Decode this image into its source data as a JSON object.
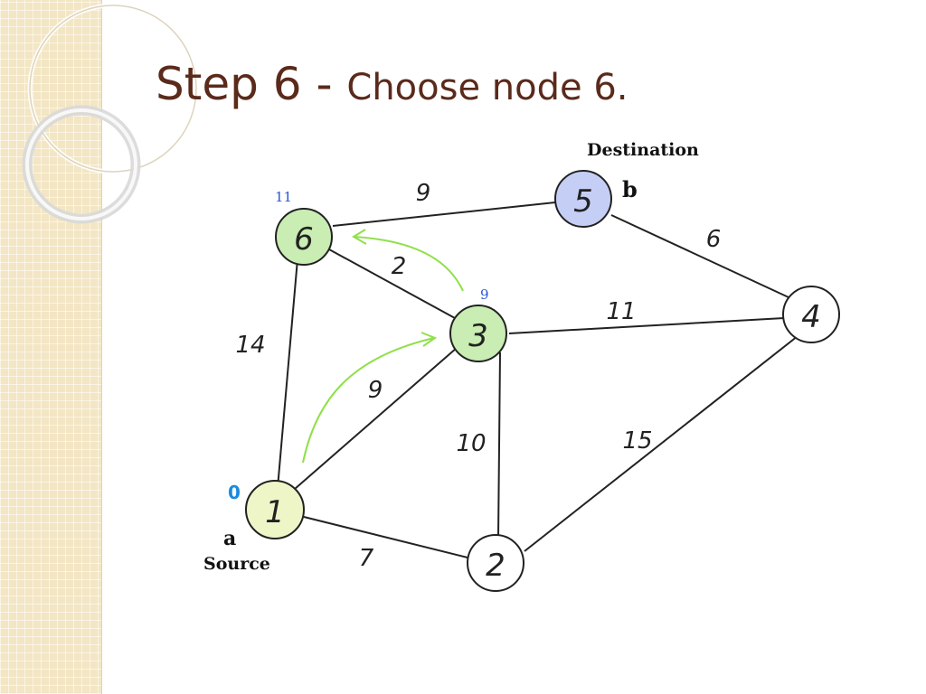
{
  "slide": {
    "title_main": "Step 6 - ",
    "title_sub": "Choose node 6."
  },
  "graph": {
    "nodes": [
      {
        "id": "1",
        "label": "1",
        "fill": "#eef5c7"
      },
      {
        "id": "2",
        "label": "2",
        "fill": "#ffffff"
      },
      {
        "id": "3",
        "label": "3",
        "fill": "#c9edb3"
      },
      {
        "id": "4",
        "label": "4",
        "fill": "#ffffff"
      },
      {
        "id": "5",
        "label": "5",
        "fill": "#c5cff6"
      },
      {
        "id": "6",
        "label": "6",
        "fill": "#c9edb3"
      }
    ],
    "edges": [
      {
        "from": "1",
        "to": "2",
        "weight": "7"
      },
      {
        "from": "1",
        "to": "3",
        "weight": "9"
      },
      {
        "from": "1",
        "to": "6",
        "weight": "14"
      },
      {
        "from": "2",
        "to": "3",
        "weight": "10"
      },
      {
        "from": "2",
        "to": "4",
        "weight": "15"
      },
      {
        "from": "3",
        "to": "4",
        "weight": "11"
      },
      {
        "from": "3",
        "to": "6",
        "weight": "2"
      },
      {
        "from": "4",
        "to": "5",
        "weight": "6"
      },
      {
        "from": "5",
        "to": "6",
        "weight": "9"
      }
    ],
    "distances": {
      "node_1": "0",
      "node_3": "9",
      "node_6": "11"
    },
    "source_letter": "a",
    "source_label": "Source",
    "destination_letter": "b",
    "destination_label": "Destination",
    "colors": {
      "path_arrow": "#8fe04a",
      "distance_label": "#2a55d4",
      "distance_label_node1": "#1a8ae0",
      "title": "#5a2a1b"
    }
  }
}
